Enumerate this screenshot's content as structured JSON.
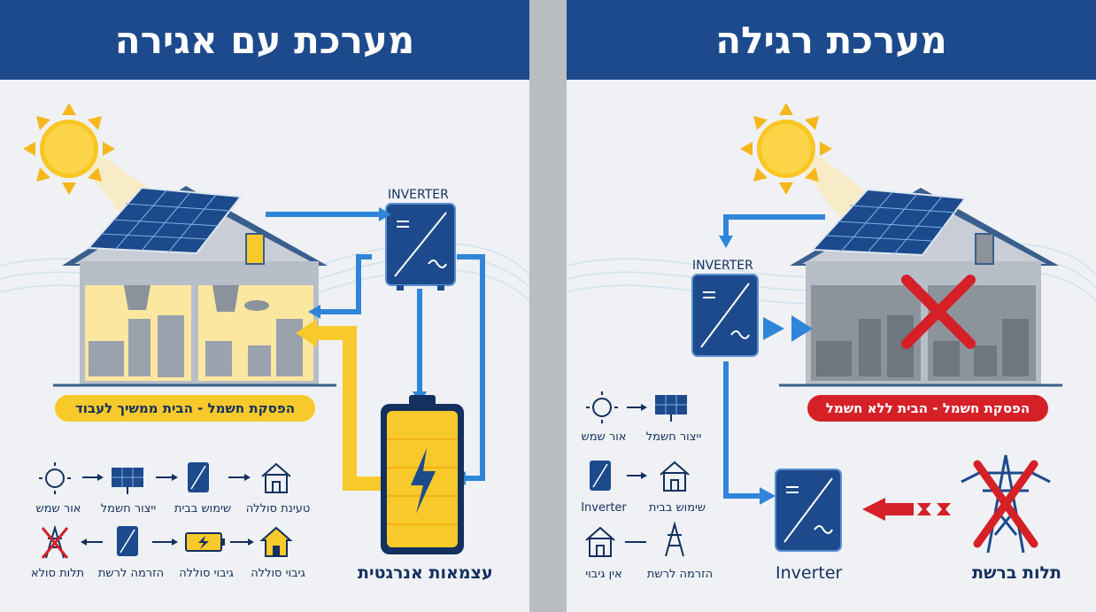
{
  "left": {
    "title": "מערכת עם אגירה",
    "inverter_label": "INVERTER",
    "status": "הפסקת חשמל - הבית ממשיך לעבוד",
    "battery_label": "עצמאות אנרגטית",
    "row1": [
      "אור שמש",
      "ייצור חשמל",
      "שימוש בבית",
      "טעינת סוללה"
    ],
    "row2": [
      "תלות סולא",
      "הזרמה לרשת",
      "גיבוי סוללה",
      "גיבוי סוללה"
    ]
  },
  "right": {
    "title": "מערכת רגילה",
    "inverter_label": "INVERTER",
    "status": "הפסקת חשמל - הבית ללא חשמל",
    "row1": [
      "אור שמש",
      "ייצור חשמל"
    ],
    "row2": [
      "Inverter",
      "שימוש בבית"
    ],
    "row3": [
      "אין גיבוי",
      "הזרמה לרשת"
    ],
    "big_inverter_label": "Inverter",
    "grid_label": "תלות ברשת"
  },
  "colors": {
    "header": "#1c4a8c",
    "blue_arrow": "#2f86d8",
    "yellow": "#f8c92a",
    "red": "#d52027",
    "navy": "#13305e"
  },
  "icons": [
    "sun-icon",
    "solar-panel-icon",
    "inverter-icon",
    "house-icon",
    "battery-icon",
    "power-tower-icon",
    "cross-icon",
    "bolt-icon"
  ]
}
